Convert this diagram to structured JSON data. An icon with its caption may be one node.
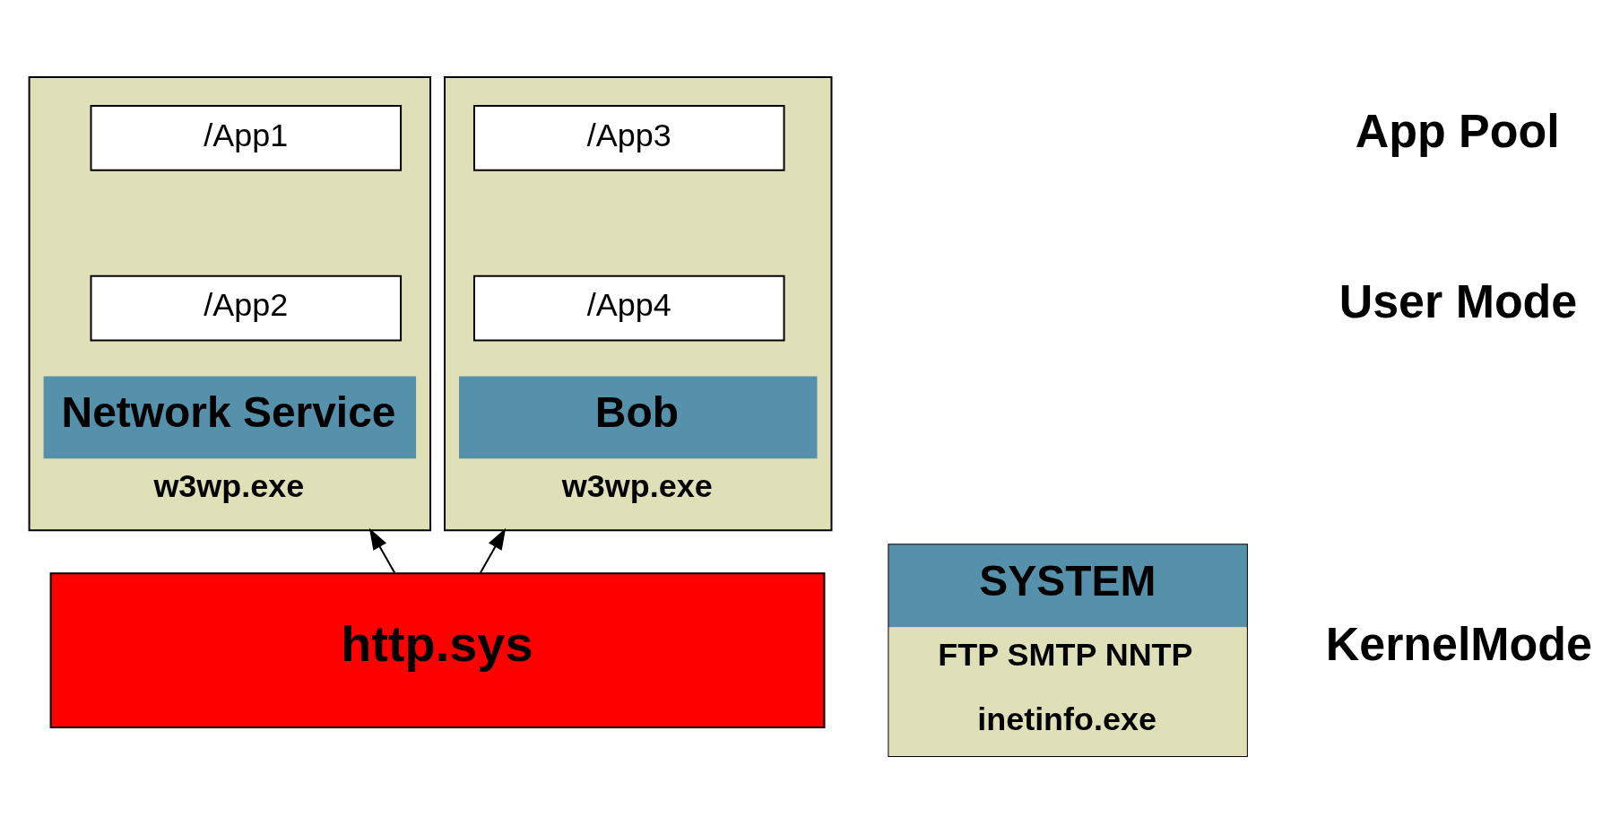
{
  "diagram": {
    "nodes": [
      {
        "text": [
          "Network Service",
          "w3wp.exe"
        ]
      },
      {
        "text": [
          "/App1"
        ],
        "in": 0
      },
      {
        "text": [
          "/App2"
        ],
        "in": 0
      },
      {
        "text": [
          "Bob",
          "w3wp.exe"
        ]
      },
      {
        "text": [
          "/App3"
        ],
        "in": 3
      },
      {
        "text": [
          "/App4"
        ],
        "in": 3
      },
      {
        "text": [
          "SYSTEM",
          "FTP SMTP NNTP",
          "inetinfo.exe"
        ]
      },
      {
        "text": [
          "http.sys"
        ]
      }
    ],
    "edges": [
      {
        "from": 7,
        "to": 0,
        "arrow": "to"
      },
      {
        "from": 7,
        "to": 3,
        "arrow": "to"
      }
    ],
    "labels": [
      "App Pool",
      "User Mode",
      "KernelMode"
    ]
  }
}
